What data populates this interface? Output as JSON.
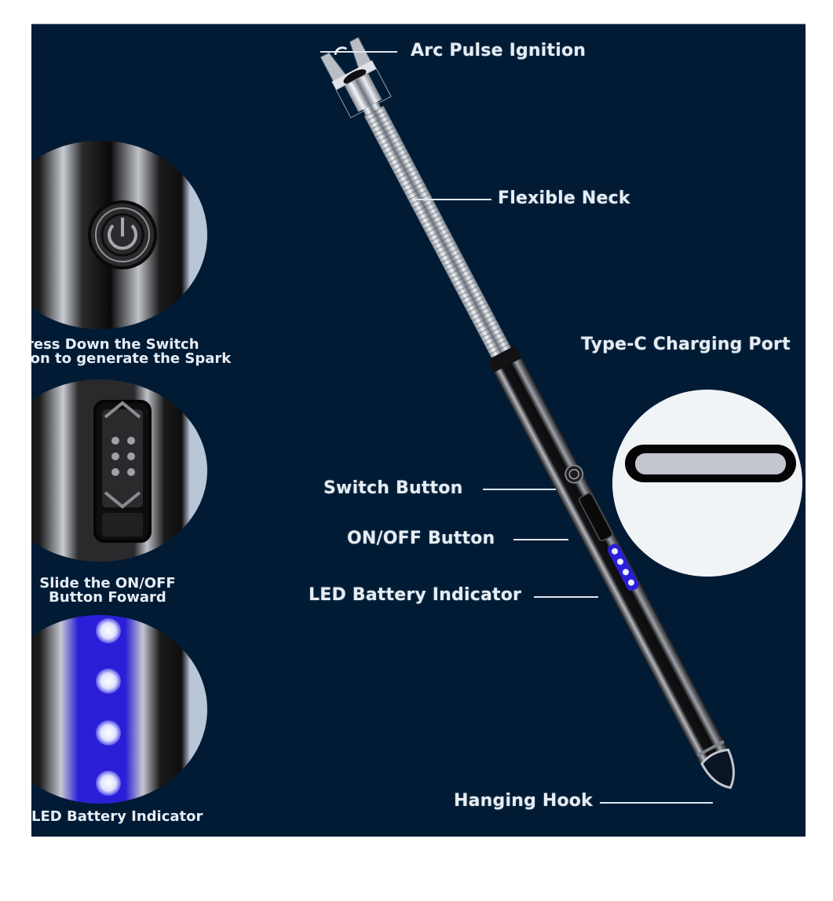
{
  "colors": {
    "background": "#011b35",
    "text": "#e6edf3",
    "led_blue": "#2a1fd6",
    "led_glow": "#e8eaff",
    "page": "#ffffff"
  },
  "callouts": {
    "arc_pulse_ignition": "Arc Pulse Ignition",
    "flexible_neck": "Flexible Neck",
    "type_c_port": "Type-C Charging Port",
    "switch_button": "Switch Button",
    "on_off_button": "ON/OFF Button",
    "led_indicator": "LED Battery Indicator",
    "hanging_hook": "Hanging Hook"
  },
  "detail_insets": [
    {
      "caption_line1": "ress Down the Switch",
      "caption_line2": "ton to generate the Spark",
      "subject": "power-symbol switch"
    },
    {
      "caption_line1": "Slide the ON/OFF",
      "caption_line2": "Button Foward",
      "subject": "slide switch"
    },
    {
      "caption_line1": "LED Battery Indicator",
      "caption_line2": "",
      "subject": "four blue LEDs"
    }
  ],
  "led_count": 4
}
